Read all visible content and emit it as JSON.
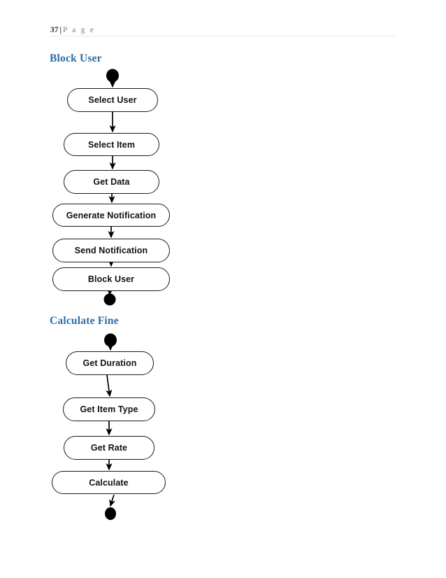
{
  "header": {
    "page_number": "37",
    "separator": "|",
    "page_word": "P a g e"
  },
  "sections": [
    {
      "id": "block-user",
      "heading": "Block User",
      "nodes": [
        {
          "id": "select-user",
          "label": "Select User"
        },
        {
          "id": "select-item",
          "label": "Select Item"
        },
        {
          "id": "get-data",
          "label": "Get Data"
        },
        {
          "id": "generate-notification",
          "label": "Generate Notification"
        },
        {
          "id": "send-notification",
          "label": "Send Notification"
        },
        {
          "id": "block-user",
          "label": "Block User"
        }
      ],
      "start_node": "initial-state",
      "end_node": "final-state"
    },
    {
      "id": "calculate-fine",
      "heading": "Calculate Fine",
      "nodes": [
        {
          "id": "get-duration",
          "label": "Get Duration"
        },
        {
          "id": "get-item-type",
          "label": "Get Item Type"
        },
        {
          "id": "get-rate",
          "label": "Get Rate"
        },
        {
          "id": "calculate",
          "label": "Calculate"
        }
      ],
      "start_node": "initial-state",
      "end_node": "final-state"
    }
  ],
  "colors": {
    "heading": "#2e6da4",
    "node_border": "#1a1a1a",
    "node_fill": "#ffffff",
    "connector": "#000000",
    "header_rule": "#e8e8e8",
    "header_page_word": "#808080"
  }
}
